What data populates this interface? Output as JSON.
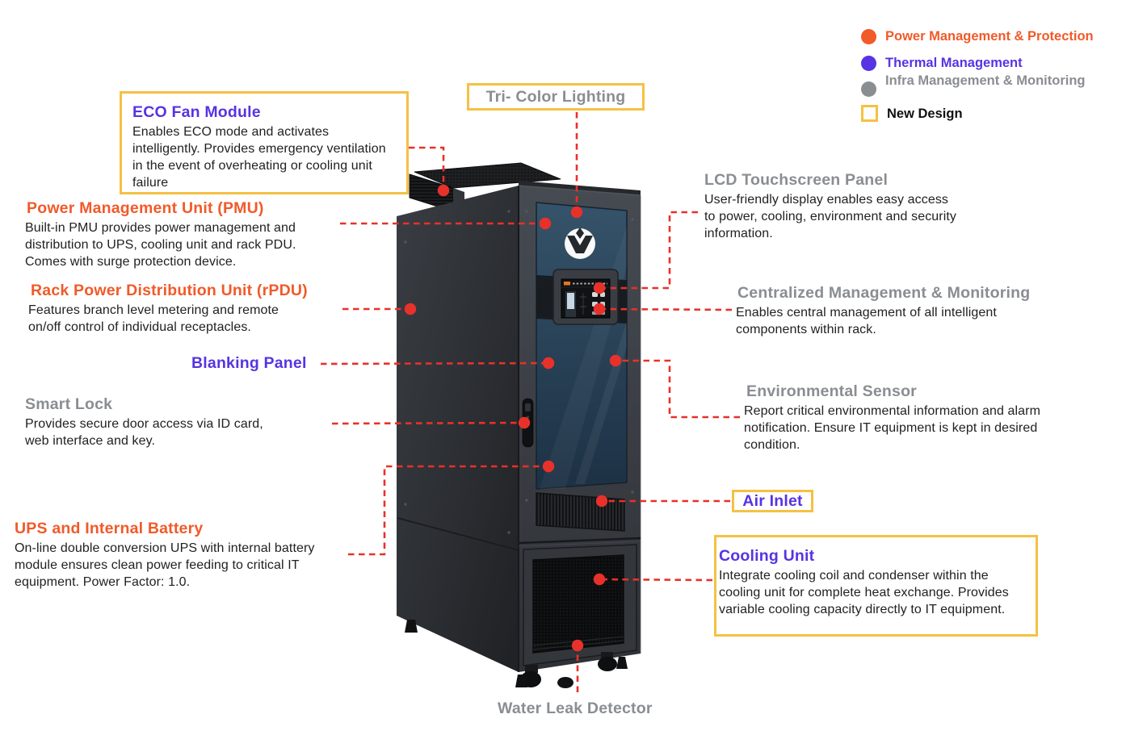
{
  "legend": {
    "items": [
      {
        "label": "Power Management & Protection",
        "color": "#F15A29"
      },
      {
        "label": "Thermal Management",
        "color": "#5733E3"
      },
      {
        "label": "Infra Management & Monitoring",
        "color": "#8A8D92"
      }
    ],
    "new_design": {
      "label": "New Design",
      "swatch_border_color": "#F5C143"
    }
  },
  "callouts": {
    "eco_fan": {
      "title": "ECO Fan Module",
      "body": [
        "Enables ECO mode and activates",
        "intelligently. Provides emergency ventilation",
        "in the event of overheating or cooling unit",
        "failure"
      ]
    },
    "tri_color": {
      "title": "Tri- Color Lighting"
    },
    "pmu": {
      "title": "Power Management Unit (PMU)",
      "body": [
        "Built-in PMU provides power management and",
        "distribution to UPS, cooling unit and rack PDU.",
        "Comes with surge protection device."
      ]
    },
    "rpdu": {
      "title": "Rack Power Distribution Unit (rPDU)",
      "body": [
        "Features branch level metering and remote",
        "on/off control of individual receptacles."
      ]
    },
    "blanking": {
      "title": "Blanking Panel"
    },
    "smart_lock": {
      "title": "Smart Lock",
      "body": [
        "Provides secure door access via ID card,",
        "web  interface and key."
      ]
    },
    "ups": {
      "title": "UPS and Internal Battery",
      "body": [
        "On-line double conversion UPS with internal battery",
        "module ensures clean power feeding to critical IT",
        "equipment. Power Factor: 1.0."
      ]
    },
    "lcd": {
      "title": "LCD Touchscreen Panel",
      "body": [
        "User-friendly display enables easy access",
        "to  power, cooling, environment and security",
        "information."
      ]
    },
    "centralized": {
      "title": "Centralized Management & Monitoring",
      "body": [
        "Enables central management of all intelligent",
        "components  within rack."
      ]
    },
    "env_sensor": {
      "title": "Environmental Sensor",
      "body": [
        "Report critical environmental information and alarm",
        "notification. Ensure IT equipment is kept in desired",
        "condition."
      ]
    },
    "air_inlet": {
      "title": "Air Inlet"
    },
    "cooling": {
      "title": "Cooling Unit",
      "body": [
        "Integrate cooling coil and condenser within the",
        "cooling unit for complete heat exchange. Provides",
        "variable cooling capacity directly to IT equipment."
      ]
    },
    "water_leak": {
      "title": "Water Leak Detector"
    }
  },
  "colors": {
    "orange": "#F15A29",
    "purple": "#5733E3",
    "gray": "#8A8D92",
    "yellow_box_border": "#F5C143",
    "connector_red": "#E8312A",
    "body_text": "#212121"
  },
  "rack": {
    "logo": "vertiv-logo"
  }
}
